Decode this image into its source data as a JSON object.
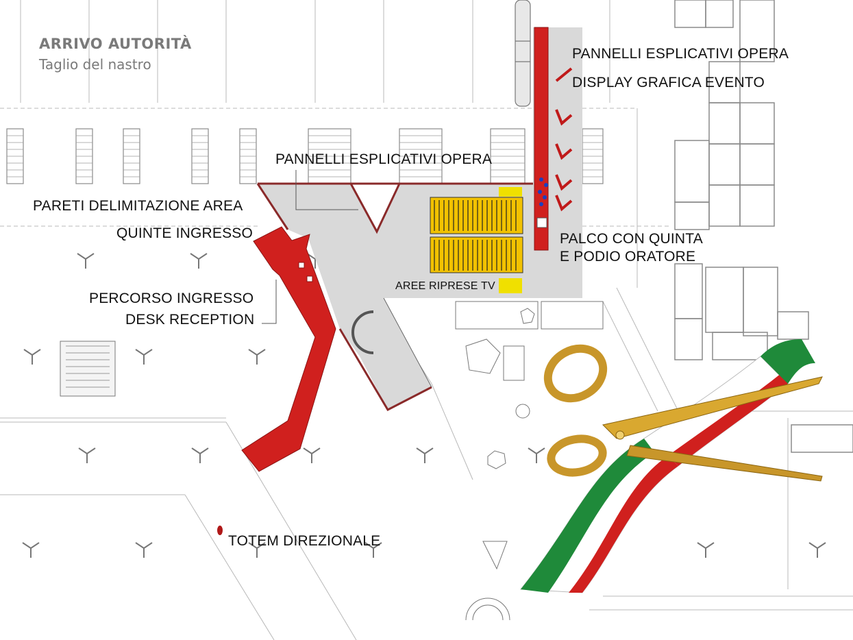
{
  "header": {
    "title": "ARRIVO AUTORITÀ",
    "subtitle": "Taglio del nastro"
  },
  "labels": {
    "pannelli_top": "PANNELLI ESPLICATIVI OPERA",
    "display_grafica": "DISPLAY GRAFICA EVENTO",
    "pannelli_mid": "PANNELLI ESPLICATIVI OPERA",
    "pareti": "PARETI DELIMITAZIONE AREA",
    "quinte": "QUINTE INGRESSO",
    "palco_1": "PALCO CON QUINTA",
    "palco_2": "E PODIO ORATORE",
    "aree_riprese": "AREE RIPRESE TV",
    "percorso": "PERCORSO INGRESSO",
    "desk": "DESK RECEPTION",
    "totem": "TOTEM DIREZIONALE"
  },
  "colors": {
    "accent_red": "#d0201e",
    "area_grey": "#d8d8d8",
    "outline_red": "#8a2a2a",
    "seat_yellow": "#f2c200",
    "tv_yellow": "#f0e000",
    "plan_line": "#9a9a9a"
  },
  "icons": {
    "scissors": "scissors-icon",
    "ribbon": "italian-ribbon-icon"
  }
}
